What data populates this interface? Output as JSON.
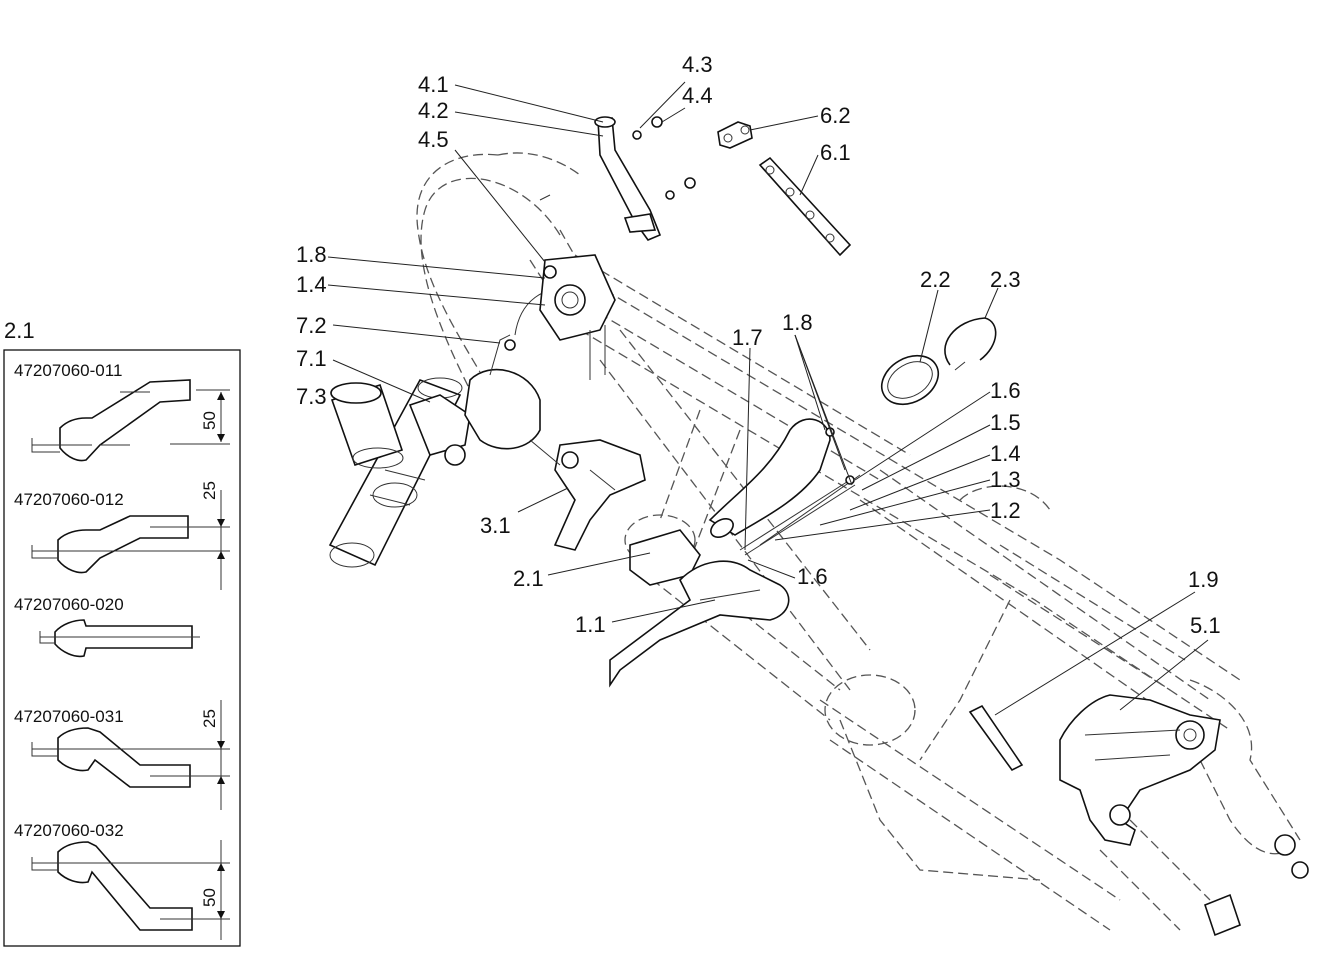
{
  "callouts": [
    {
      "id": "4.1",
      "text": "4.1"
    },
    {
      "id": "4.2",
      "text": "4.2"
    },
    {
      "id": "4.5",
      "text": "4.5"
    },
    {
      "id": "4.3",
      "text": "4.3"
    },
    {
      "id": "4.4",
      "text": "4.4"
    },
    {
      "id": "6.2",
      "text": "6.2"
    },
    {
      "id": "6.1",
      "text": "6.1"
    },
    {
      "id": "2.2",
      "text": "2.2"
    },
    {
      "id": "2.3",
      "text": "2.3"
    },
    {
      "id": "1.8a",
      "text": "1.8"
    },
    {
      "id": "1.4a",
      "text": "1.4"
    },
    {
      "id": "7.2",
      "text": "7.2"
    },
    {
      "id": "7.1",
      "text": "7.1"
    },
    {
      "id": "7.3",
      "text": "7.3"
    },
    {
      "id": "1.7",
      "text": "1.7"
    },
    {
      "id": "1.8b",
      "text": "1.8"
    },
    {
      "id": "1.6a",
      "text": "1.6"
    },
    {
      "id": "1.5",
      "text": "1.5"
    },
    {
      "id": "1.4b",
      "text": "1.4"
    },
    {
      "id": "1.3",
      "text": "1.3"
    },
    {
      "id": "1.2",
      "text": "1.2"
    },
    {
      "id": "3.1",
      "text": "3.1"
    },
    {
      "id": "2.1",
      "text": "2.1"
    },
    {
      "id": "1.6b",
      "text": "1.6"
    },
    {
      "id": "1.1",
      "text": "1.1"
    },
    {
      "id": "1.9",
      "text": "1.9"
    },
    {
      "id": "5.1",
      "text": "5.1"
    }
  ],
  "inset": {
    "title": "2.1",
    "variants": [
      {
        "part_number": "47207060-011",
        "dimension": "50"
      },
      {
        "part_number": "47207060-012",
        "dimension": "25"
      },
      {
        "part_number": "47207060-020",
        "dimension": ""
      },
      {
        "part_number": "47207060-031",
        "dimension": "25"
      },
      {
        "part_number": "47207060-032",
        "dimension": "50"
      }
    ]
  }
}
